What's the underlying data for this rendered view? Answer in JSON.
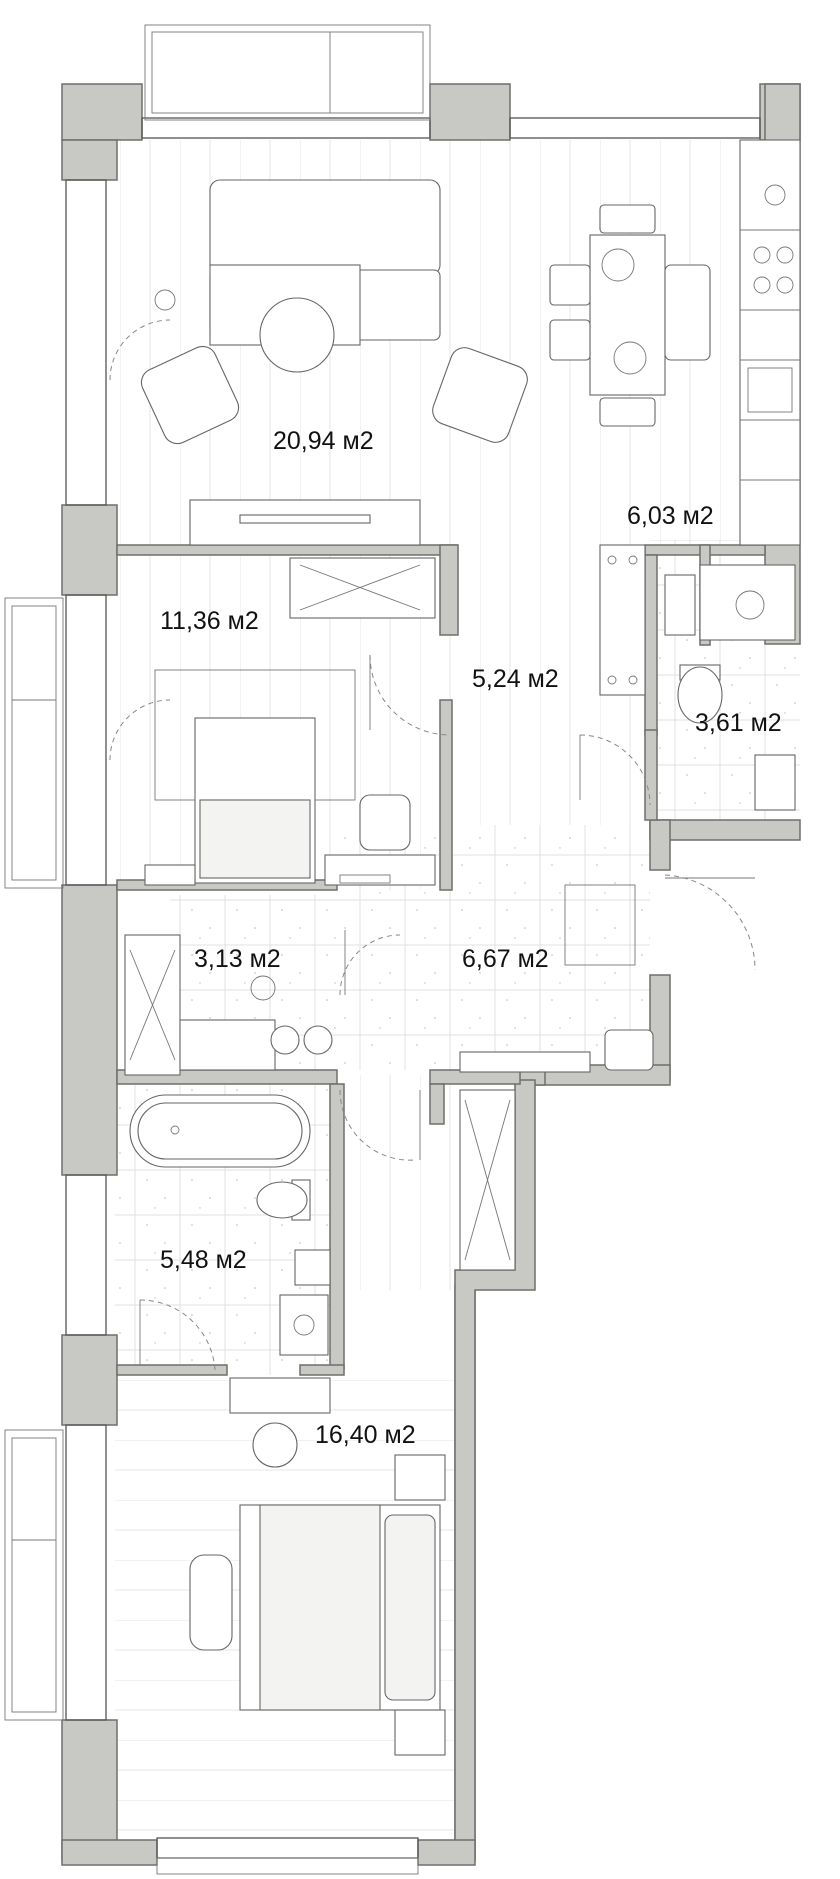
{
  "plan": {
    "rooms": [
      {
        "id": "living-room",
        "area_label": "20,94 м2"
      },
      {
        "id": "kitchen",
        "area_label": "6,03 м2"
      },
      {
        "id": "bedroom-small",
        "area_label": "11,36 м2"
      },
      {
        "id": "corridor",
        "area_label": "5,24 м2"
      },
      {
        "id": "wc",
        "area_label": "3,61 м2"
      },
      {
        "id": "storage",
        "area_label": "3,13 м2"
      },
      {
        "id": "hall",
        "area_label": "6,67 м2"
      },
      {
        "id": "bathroom",
        "area_label": "5,48 м2"
      },
      {
        "id": "bedroom-master",
        "area_label": "16,40 м2"
      }
    ],
    "colors": {
      "wall": "#c8c9c4",
      "outline": "#555555",
      "floor": "#ffffff",
      "label": "#111111"
    }
  }
}
